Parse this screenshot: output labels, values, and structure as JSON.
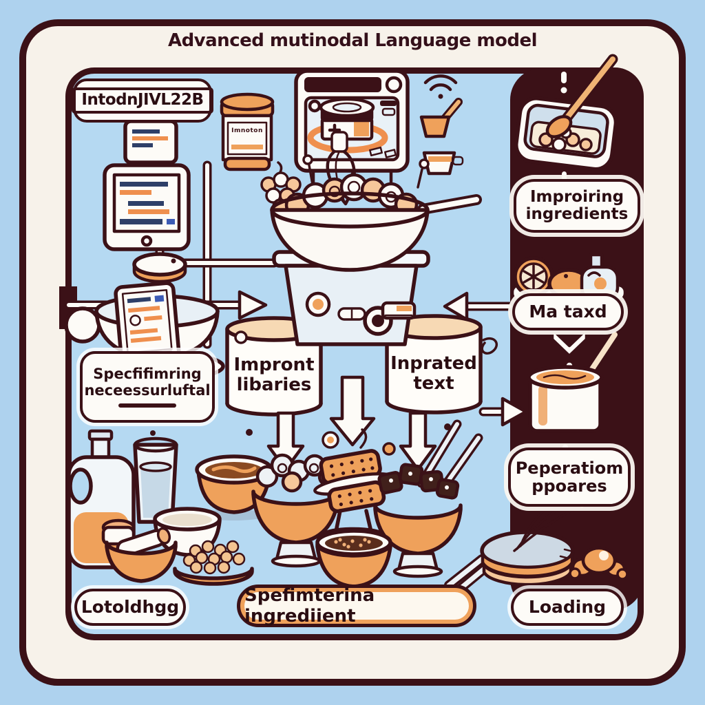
{
  "title": "Advanced mutinodal Language model",
  "labels": {
    "model_name": "IntodnJIVL22B",
    "jar": "Imnoton",
    "improving": {
      "line1": "Improiring",
      "line2": "ingredients"
    },
    "mataxd": "Ma taxd",
    "specifying": {
      "line1": "Specfifimring",
      "line2": "neceessurluftal"
    },
    "import_libraries": {
      "line1": "Impront",
      "line2": "libaries"
    },
    "input_text": {
      "line1": "Inprated",
      "line2": "text"
    },
    "preparation": {
      "line1": "Peperatiom",
      "line2": "ppoares"
    },
    "loading_left": "Lotoldhgg",
    "selecting_ingredient": "Spefimterina ingrediient",
    "loading_right": "Loading"
  },
  "colors": {
    "background_blue": "#b5d9f2",
    "panel_cream": "#f7f2ea",
    "outline_maroon": "#3b1117",
    "accent_orange": "#efa15b",
    "accent_orange_light": "#f6c79a"
  }
}
